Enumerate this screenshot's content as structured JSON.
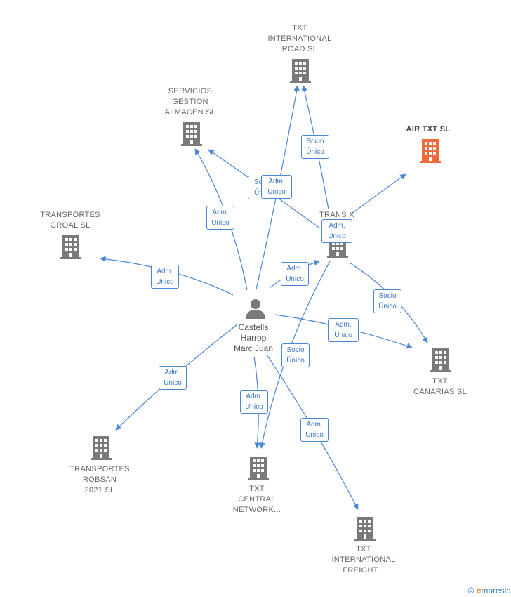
{
  "person": {
    "label": "Castells\nHarrop\nMarc Juan"
  },
  "companies": [
    {
      "id": "txt_international_road",
      "label": "TXT\nINTERNATIONAL\nROAD  SL",
      "highlight": false
    },
    {
      "id": "servicios_gestion",
      "label": "SERVICIOS\nGESTION\nALMACEN SL",
      "highlight": false
    },
    {
      "id": "air_txt",
      "label": "AIR TXT  SL",
      "highlight": true
    },
    {
      "id": "transportes_groal",
      "label": "TRANSPORTES\nGROAL  SL",
      "highlight": false
    },
    {
      "id": "trans_x",
      "label": "TRANS X",
      "highlight": false
    },
    {
      "id": "txt_canarias",
      "label": "TXT\nCANARIAS  SL",
      "highlight": false
    },
    {
      "id": "transportes_robsan",
      "label": "TRANSPORTES\nROBSAN\n2021  SL",
      "highlight": false
    },
    {
      "id": "txt_central_network",
      "label": "TXT\nCENTRAL\nNETWORK...",
      "highlight": false
    },
    {
      "id": "txt_international_freight",
      "label": "TXT\nINTERNATIONAL\nFREIGHT...",
      "highlight": false
    }
  ],
  "badges": [
    {
      "id": "b1",
      "text": "Socio\nÚnico"
    },
    {
      "id": "b2",
      "text": "Socio\nÚnico"
    },
    {
      "id": "b3",
      "text": "Adm.\nUnico"
    },
    {
      "id": "b4",
      "text": "Adm.\nUnico"
    },
    {
      "id": "b5",
      "text": "Adm.\nUnico"
    },
    {
      "id": "b6",
      "text": "Adm.\nUnico"
    },
    {
      "id": "b7",
      "text": "Adm.\nUnico"
    },
    {
      "id": "b8",
      "text": "Socio\nÚnico"
    },
    {
      "id": "b9",
      "text": "Adm.\nUnico"
    },
    {
      "id": "b10",
      "text": "Adm.\nUnico"
    },
    {
      "id": "b11",
      "text": "Socio\nÚnico"
    },
    {
      "id": "b12",
      "text": "Adm.\nUnico"
    },
    {
      "id": "b13",
      "text": "Adm.\nUnico"
    }
  ],
  "colors": {
    "edge": "#4a86d8",
    "building": "#7a7a7a",
    "building_highlight": "#f06a3c",
    "person": "#7a7a7a"
  },
  "footer": {
    "copyright": "©",
    "brand_initial": "e",
    "brand_rest": "mpresia"
  }
}
